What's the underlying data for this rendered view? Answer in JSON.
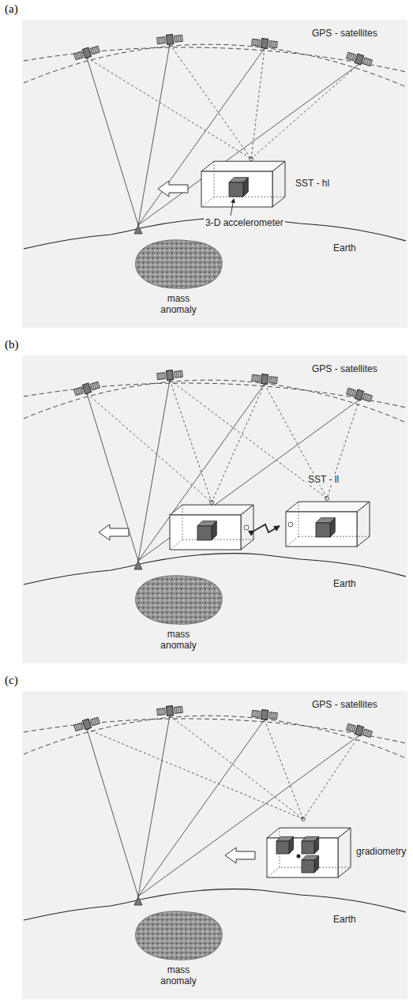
{
  "diagram": {
    "labels": [
      "(a)",
      "GPS - satellites",
      "SST - hl",
      "3-D accelerometer",
      "Earth",
      "mass anomaly",
      "(b)",
      "GPS - satellites",
      "SST - ll",
      "Earth",
      "mass anomaly",
      "(c)",
      "GPS - satellites",
      "gradiometry",
      "Earth",
      "mass anomaly"
    ]
  }
}
